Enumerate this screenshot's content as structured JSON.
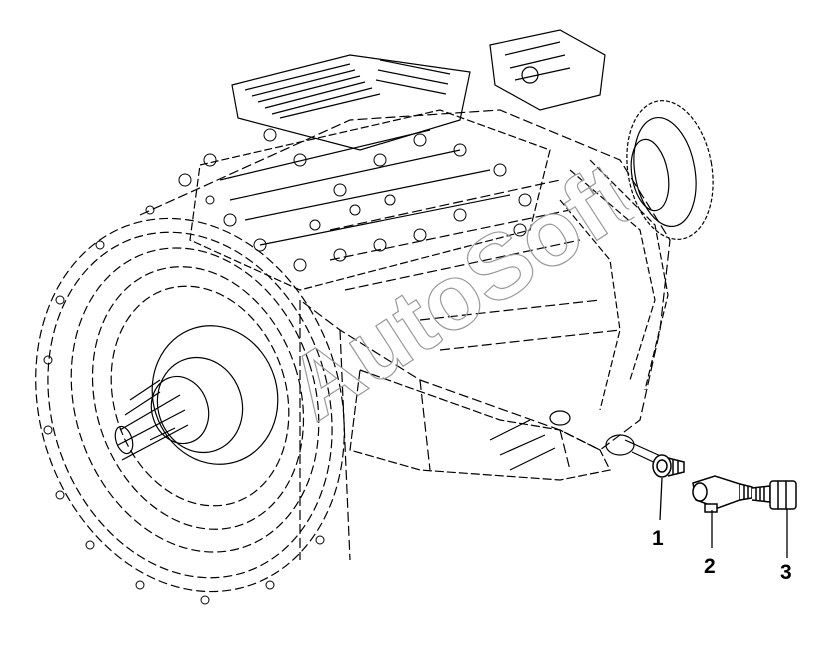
{
  "callouts": {
    "part1": "1",
    "part2": "2",
    "part3": "3"
  },
  "watermark": {
    "text": "AutoSoft"
  },
  "colors": {
    "line": "#000000",
    "background": "#ffffff",
    "watermark": "#9a9a9a"
  }
}
